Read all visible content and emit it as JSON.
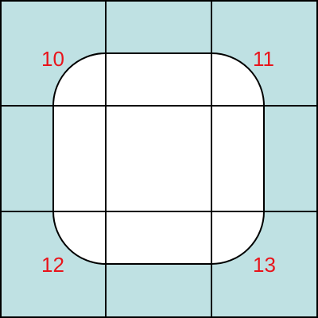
{
  "grid": {
    "rows": 3,
    "cols": 3,
    "fill_color": "#bfe1e3",
    "line_color": "#000000",
    "inner_shape_fill": "#ffffff"
  },
  "labels": {
    "top_left": "10",
    "top_right": "11",
    "bottom_left": "12",
    "bottom_right": "13",
    "color": "#e8141b"
  }
}
